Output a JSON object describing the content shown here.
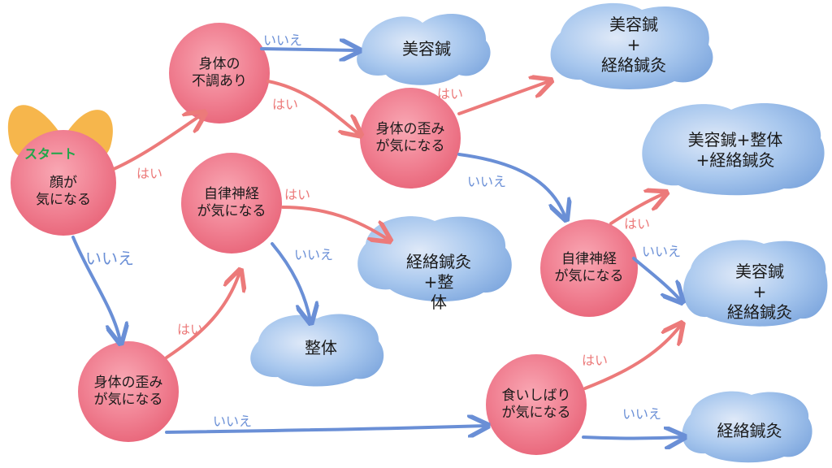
{
  "colors": {
    "yes": "#ec7a7a",
    "no": "#6a8fd6",
    "node": "#f07f91",
    "cloud": "#9fc3ea",
    "start": "#1fa64a",
    "ribbon": "#f6b64c"
  },
  "start_label": "スタート",
  "nodes": {
    "n_start": {
      "lines": [
        "顔が",
        "気になる"
      ]
    },
    "n_fuchou": {
      "lines": [
        "身体の",
        "不調あり"
      ]
    },
    "n_jiritsu1": {
      "lines": [
        "自律神経",
        "が気になる"
      ]
    },
    "n_yugami1": {
      "lines": [
        "身体の歪み",
        "が気になる"
      ]
    },
    "n_yugami2": {
      "lines": [
        "身体の歪み",
        "が気になる"
      ]
    },
    "n_jiritsu2": {
      "lines": [
        "自律神経",
        "が気になる"
      ]
    },
    "n_kuishibari": {
      "lines": [
        "食いしばり",
        "が気になる"
      ]
    }
  },
  "results": {
    "r_biyou": {
      "lines": [
        "美容鍼"
      ]
    },
    "r_biyou_keiraku_top": {
      "lines": [
        "美容鍼",
        "+",
        "経絡鍼灸"
      ]
    },
    "r_triple": {
      "lines": [
        "美容鍼+整体",
        "+経絡鍼灸"
      ]
    },
    "r_keiraku_seitai": {
      "lines": [
        "経絡鍼灸",
        "+整",
        "体"
      ]
    },
    "r_seitai": {
      "lines": [
        "整体"
      ]
    },
    "r_biyou_keiraku_mid": {
      "lines": [
        "美容鍼",
        "+",
        "経絡鍼灸"
      ]
    },
    "r_keiraku": {
      "lines": [
        "経絡鍼灸"
      ]
    }
  },
  "edge_labels": {
    "e1": "はい",
    "e2": "いいえ",
    "e3": "いいえ",
    "e4": "はい",
    "e5": "はい",
    "e6": "いいえ",
    "e7": "はい",
    "e8": "いいえ",
    "e9": "はい",
    "e10": "いいえ",
    "e11": "はい",
    "e12": "いいえ",
    "e13": "はい",
    "e14": "いいえ"
  }
}
